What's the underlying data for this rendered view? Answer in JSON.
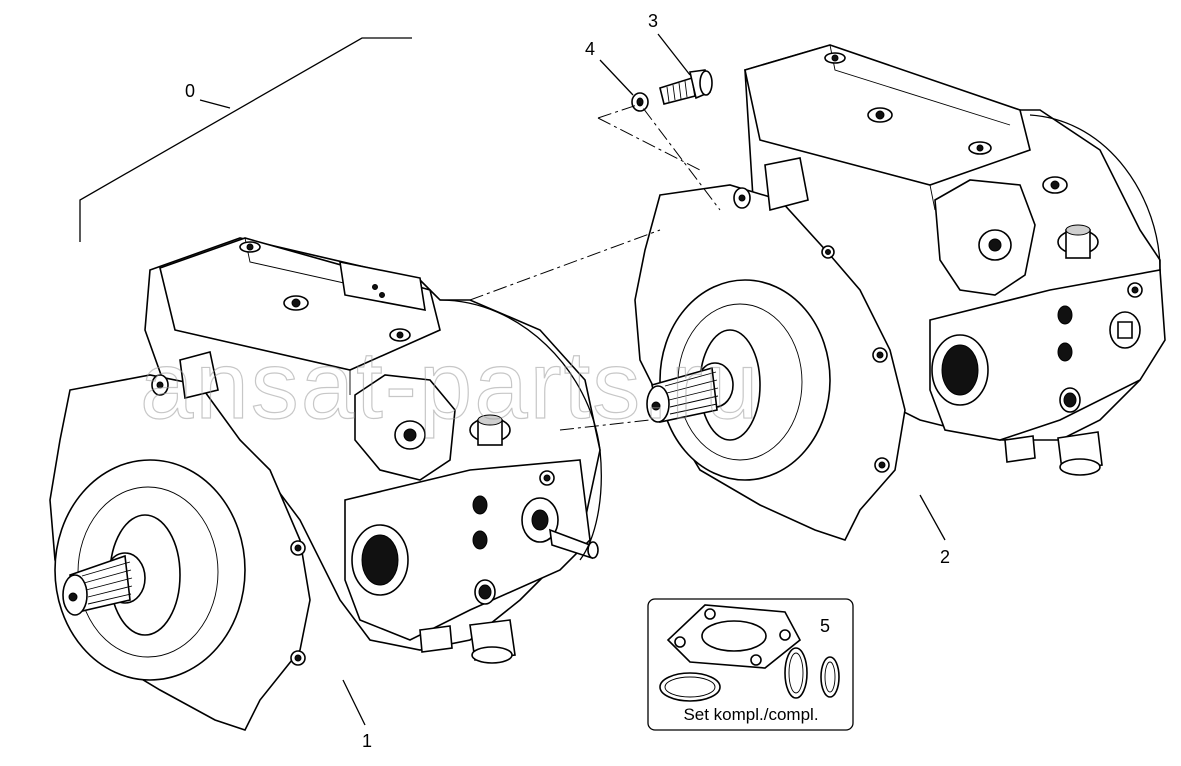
{
  "diagram": {
    "callouts": [
      {
        "id": "0",
        "label": "0"
      },
      {
        "id": "1",
        "label": "1"
      },
      {
        "id": "2",
        "label": "2"
      },
      {
        "id": "3",
        "label": "3"
      },
      {
        "id": "4",
        "label": "4"
      },
      {
        "id": "5",
        "label": "5"
      }
    ],
    "kit_box": {
      "label": "Set kompl./compl.",
      "item": "5"
    },
    "watermark": "ansat-parts.ru",
    "colors": {
      "line": "#000000",
      "background": "#ffffff",
      "watermark": "#9a9a9a"
    }
  }
}
